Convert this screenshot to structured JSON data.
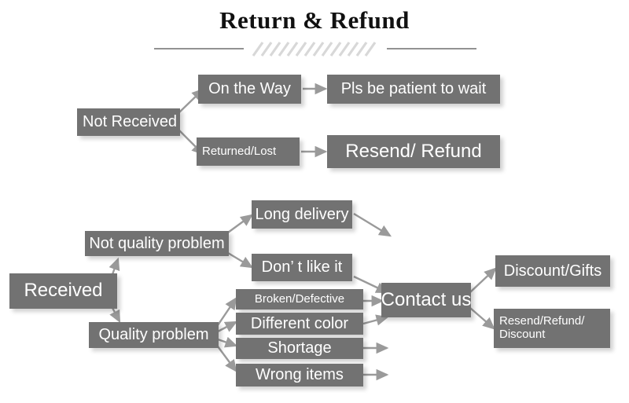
{
  "page": {
    "title": "Return & Refund",
    "background_color": "#ffffff",
    "box_color": "#727272",
    "box_text_color": "#ffffff",
    "arrow_color": "#9a9a9a",
    "title_color": "#111111",
    "divider_line_color": "#6e6e6e",
    "divider_hatch_color": "#d8d8d8"
  },
  "diagram": {
    "type": "flowchart",
    "branches": [
      {
        "id": "not-received",
        "root": "Not Received",
        "steps": [
          {
            "label": "On the Way",
            "outcome": "Pls be patient to wait"
          },
          {
            "label": "Returned/Lost",
            "outcome": "Resend/ Refund"
          }
        ]
      },
      {
        "id": "received",
        "root": "Received",
        "categories": [
          {
            "label": "Not quality problem",
            "reasons": [
              "Long delivery",
              "Don’ t like it"
            ]
          },
          {
            "label": "Quality problem",
            "reasons": [
              "Broken/Defective",
              "Different color",
              "Shortage",
              "Wrong items"
            ]
          }
        ],
        "hub": "Contact us",
        "outcomes": [
          "Discount/Gifts",
          "Resend/Refund/\nDiscount"
        ]
      }
    ],
    "nodes": {
      "not_received": "Not Received",
      "on_the_way": "On the Way",
      "pls_be_patient": "Pls be patient to wait",
      "returned_lost": "Returned/Lost",
      "resend_refund": "Resend/ Refund",
      "received": "Received",
      "not_quality_problem": "Not quality problem",
      "quality_problem": "Quality problem",
      "long_delivery": "Long delivery",
      "dont_like_it": "Don’ t like it",
      "broken_defective": "Broken/Defective",
      "different_color": "Different color",
      "shortage": "Shortage",
      "wrong_items": "Wrong items",
      "contact_us": "Contact us",
      "discount_gifts": "Discount/Gifts",
      "resend_refund_discount_line1": "Resend/Refund/",
      "resend_refund_discount_line2": "Discount"
    }
  }
}
